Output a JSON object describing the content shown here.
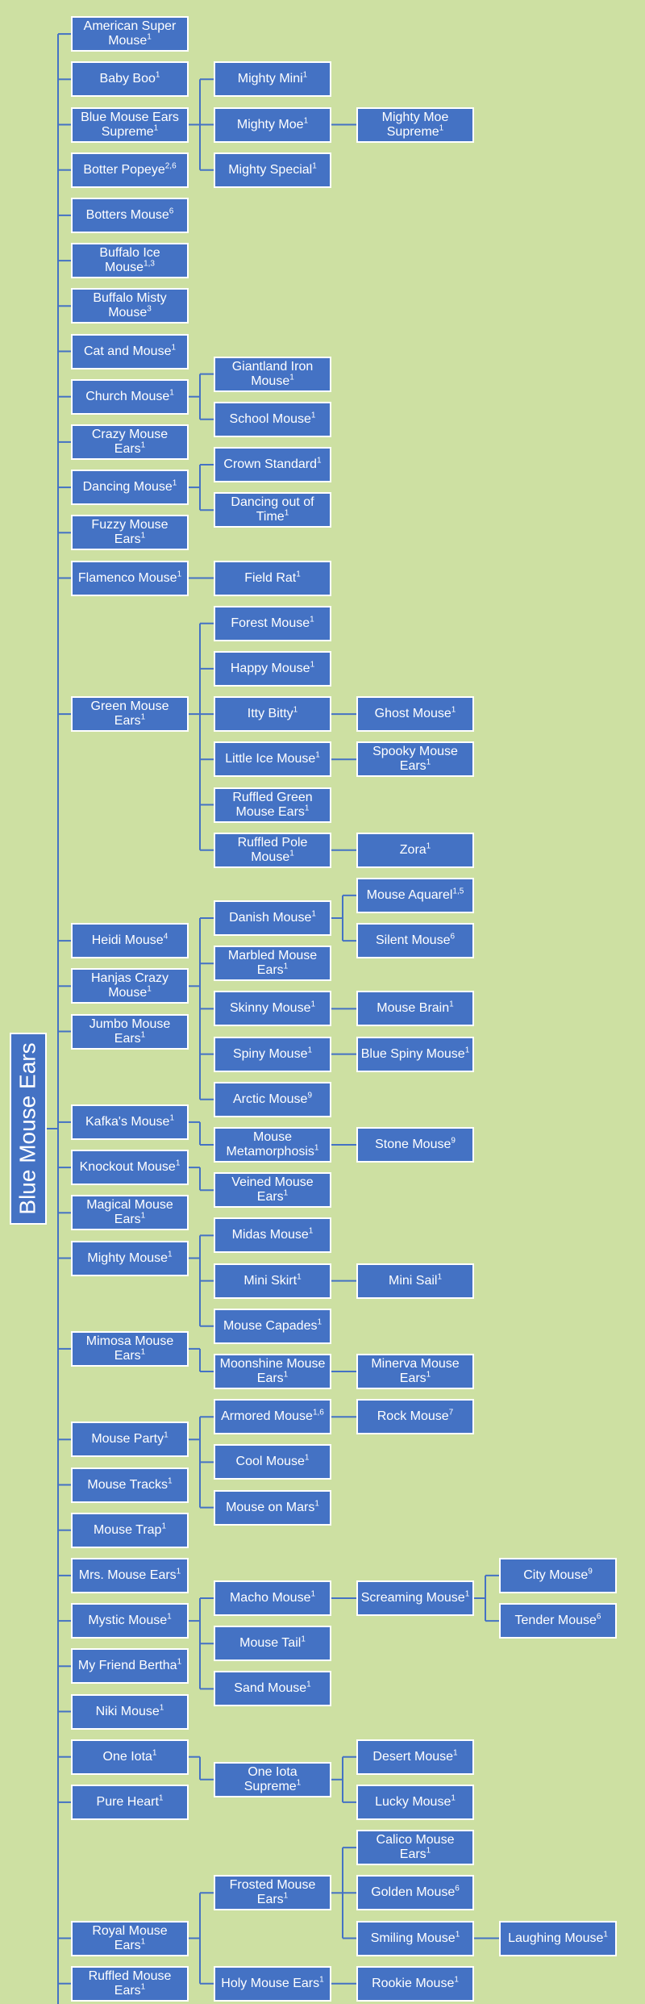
{
  "root": {
    "label": "Blue Mouse Ears"
  },
  "colors": {
    "background": "#cde0a2",
    "node_fill": "#4472c4",
    "node_border": "#ffffff",
    "line": "#4472c4"
  },
  "nodes": [
    {
      "id": "american-super-mouse",
      "label": "American Super Mouse",
      "sup": "1",
      "level": 1,
      "row": 0.5
    },
    {
      "id": "baby-boo",
      "label": "Baby Boo",
      "sup": "1",
      "level": 1,
      "row": 1.5
    },
    {
      "id": "blue-mouse-ears-supreme",
      "label": "Blue Mouse Ears Supreme",
      "sup": "1",
      "level": 1,
      "row": 2.5
    },
    {
      "id": "botter-popeye",
      "label": "Botter Popeye",
      "sup": "2,6",
      "level": 1,
      "row": 3.5
    },
    {
      "id": "botters-mouse",
      "label": "Botters Mouse",
      "sup": "6",
      "level": 1,
      "row": 4.5
    },
    {
      "id": "buffalo-ice-mouse",
      "label": "Buffalo Ice Mouse",
      "sup": "1,3",
      "level": 1,
      "row": 5.5
    },
    {
      "id": "buffalo-misty-mouse",
      "label": "Buffalo Misty Mouse",
      "sup": "3",
      "level": 1,
      "row": 6.5
    },
    {
      "id": "cat-and-mouse",
      "label": "Cat and Mouse",
      "sup": "1",
      "level": 1,
      "row": 7.5
    },
    {
      "id": "church-mouse",
      "label": "Church Mouse",
      "sup": "1",
      "level": 1,
      "row": 8.5
    },
    {
      "id": "crazy-mouse-ears",
      "label": "Crazy Mouse Ears",
      "sup": "1",
      "level": 1,
      "row": 9.5
    },
    {
      "id": "dancing-mouse",
      "label": "Dancing Mouse",
      "sup": "1",
      "level": 1,
      "row": 10.5
    },
    {
      "id": "fuzzy-mouse-ears",
      "label": "Fuzzy Mouse Ears",
      "sup": "1",
      "level": 1,
      "row": 11.5
    },
    {
      "id": "flamenco-mouse",
      "label": "Flamenco Mouse",
      "sup": "1",
      "level": 1,
      "row": 12.5
    },
    {
      "id": "green-mouse-ears",
      "label": "Green Mouse Ears",
      "sup": "1",
      "level": 1,
      "row": 15.5
    },
    {
      "id": "heidi-mouse",
      "label": "Heidi Mouse",
      "sup": "4",
      "level": 1,
      "row": 20.5
    },
    {
      "id": "hanjas-crazy-mouse",
      "label": "Hanjas Crazy Mouse",
      "sup": "1",
      "level": 1,
      "row": 21.5
    },
    {
      "id": "jumbo-mouse-ears",
      "label": "Jumbo Mouse Ears",
      "sup": "1",
      "level": 1,
      "row": 22.5
    },
    {
      "id": "kafkas-mouse",
      "label": "Kafka's Mouse",
      "sup": "1",
      "level": 1,
      "row": 24.5
    },
    {
      "id": "knockout-mouse",
      "label": "Knockout Mouse",
      "sup": "1",
      "level": 1,
      "row": 25.5
    },
    {
      "id": "magical-mouse-ears",
      "label": "Magical Mouse Ears",
      "sup": "1",
      "level": 1,
      "row": 26.5
    },
    {
      "id": "mighty-mouse",
      "label": "Mighty Mouse",
      "sup": "1",
      "level": 1,
      "row": 27.5
    },
    {
      "id": "mimosa-mouse-ears",
      "label": "Mimosa Mouse Ears",
      "sup": "1",
      "level": 1,
      "row": 29.5
    },
    {
      "id": "mouse-party",
      "label": "Mouse Party",
      "sup": "1",
      "level": 1,
      "row": 31.5
    },
    {
      "id": "mouse-tracks",
      "label": "Mouse Tracks",
      "sup": "1",
      "level": 1,
      "row": 32.5
    },
    {
      "id": "mouse-trap",
      "label": "Mouse Trap",
      "sup": "1",
      "level": 1,
      "row": 33.5
    },
    {
      "id": "mrs-mouse-ears",
      "label": "Mrs. Mouse Ears",
      "sup": "1",
      "level": 1,
      "row": 34.5
    },
    {
      "id": "mystic-mouse",
      "label": "Mystic Mouse",
      "sup": "1",
      "level": 1,
      "row": 35.5
    },
    {
      "id": "my-friend-bertha",
      "label": "My Friend Bertha",
      "sup": "1",
      "level": 1,
      "row": 36.5
    },
    {
      "id": "niki-mouse",
      "label": "Niki Mouse",
      "sup": "1",
      "level": 1,
      "row": 37.5
    },
    {
      "id": "one-iota",
      "label": "One Iota",
      "sup": "1",
      "level": 1,
      "row": 38.5
    },
    {
      "id": "pure-heart",
      "label": "Pure Heart",
      "sup": "1",
      "level": 1,
      "row": 39.5
    },
    {
      "id": "royal-mouse-ears",
      "label": "Royal Mouse Ears",
      "sup": "1",
      "level": 1,
      "row": 42.5
    },
    {
      "id": "ruffled-mouse-ears",
      "label": "Ruffled Mouse Ears",
      "sup": "1",
      "level": 1,
      "row": 43.5
    },
    {
      "id": "mighty-mini",
      "label": "Mighty Mini",
      "sup": "1",
      "level": 2,
      "row": 1.5,
      "parent": "blue-mouse-ears-supreme"
    },
    {
      "id": "mighty-moe",
      "label": "Mighty Moe",
      "sup": "1",
      "level": 2,
      "row": 2.5,
      "parent": "blue-mouse-ears-supreme"
    },
    {
      "id": "mighty-special",
      "label": "Mighty Special",
      "sup": "1",
      "level": 2,
      "row": 3.5,
      "parent": "blue-mouse-ears-supreme"
    },
    {
      "id": "giantland-iron-mouse",
      "label": "Giantland Iron Mouse",
      "sup": "1",
      "level": 2,
      "row": 8.0,
      "parent": "church-mouse"
    },
    {
      "id": "school-mouse",
      "label": "School Mouse",
      "sup": "1",
      "level": 2,
      "row": 9.0,
      "parent": "church-mouse"
    },
    {
      "id": "crown-standard",
      "label": "Crown Standard",
      "sup": "1",
      "level": 2,
      "row": 10.0,
      "parent": "dancing-mouse"
    },
    {
      "id": "dancing-out-of-time",
      "label": "Dancing out of Time",
      "sup": "1",
      "level": 2,
      "row": 11.0,
      "parent": "dancing-mouse"
    },
    {
      "id": "field-rat",
      "label": "Field Rat",
      "sup": "1",
      "level": 2,
      "row": 12.5,
      "parent": "flamenco-mouse"
    },
    {
      "id": "forest-mouse",
      "label": "Forest Mouse",
      "sup": "1",
      "level": 2,
      "row": 13.5,
      "parent": "green-mouse-ears"
    },
    {
      "id": "happy-mouse",
      "label": "Happy Mouse",
      "sup": "1",
      "level": 2,
      "row": 14.5,
      "parent": "green-mouse-ears"
    },
    {
      "id": "itty-bitty",
      "label": "Itty Bitty",
      "sup": "1",
      "level": 2,
      "row": 15.5,
      "parent": "green-mouse-ears"
    },
    {
      "id": "little-ice-mouse",
      "label": "Little Ice Mouse",
      "sup": "1",
      "level": 2,
      "row": 16.5,
      "parent": "green-mouse-ears"
    },
    {
      "id": "ruffled-green-mouse-ears",
      "label": "Ruffled Green Mouse Ears",
      "sup": "1",
      "level": 2,
      "row": 17.5,
      "parent": "green-mouse-ears"
    },
    {
      "id": "ruffled-pole-mouse",
      "label": "Ruffled Pole Mouse",
      "sup": "1",
      "level": 2,
      "row": 18.5,
      "parent": "green-mouse-ears"
    },
    {
      "id": "danish-mouse",
      "label": "Danish Mouse",
      "sup": "1",
      "level": 2,
      "row": 20.0,
      "parent": "hanjas-crazy-mouse"
    },
    {
      "id": "marbled-mouse-ears",
      "label": "Marbled Mouse Ears",
      "sup": "1",
      "level": 2,
      "row": 21.0,
      "parent": "hanjas-crazy-mouse"
    },
    {
      "id": "skinny-mouse",
      "label": "Skinny Mouse",
      "sup": "1",
      "level": 2,
      "row": 22.0,
      "parent": "hanjas-crazy-mouse"
    },
    {
      "id": "spiny-mouse",
      "label": "Spiny Mouse",
      "sup": "1",
      "level": 2,
      "row": 23.0,
      "parent": "hanjas-crazy-mouse"
    },
    {
      "id": "arctic-mouse",
      "label": "Arctic Mouse",
      "sup": "9",
      "level": 2,
      "row": 24.0,
      "parent": "hanjas-crazy-mouse"
    },
    {
      "id": "mouse-metamorphosis",
      "label": "Mouse Metamorphosis",
      "sup": "1",
      "level": 2,
      "row": 25.0,
      "parent": "kafkas-mouse"
    },
    {
      "id": "veined-mouse-ears",
      "label": "Veined Mouse Ears",
      "sup": "1",
      "level": 2,
      "row": 26.0,
      "parent": "knockout-mouse"
    },
    {
      "id": "midas-mouse",
      "label": "Midas Mouse",
      "sup": "1",
      "level": 2,
      "row": 27.0,
      "parent": "mighty-mouse"
    },
    {
      "id": "mini-skirt",
      "label": "Mini Skirt",
      "sup": "1",
      "level": 2,
      "row": 28.0,
      "parent": "mighty-mouse"
    },
    {
      "id": "mouse-capades",
      "label": "Mouse Capades",
      "sup": "1",
      "level": 2,
      "row": 29.0,
      "parent": "mighty-mouse"
    },
    {
      "id": "moonshine-mouse-ears",
      "label": "Moonshine Mouse Ears",
      "sup": "1",
      "level": 2,
      "row": 30.0,
      "parent": "mimosa-mouse-ears"
    },
    {
      "id": "armored-mouse",
      "label": "Armored Mouse",
      "sup": "1,6",
      "level": 2,
      "row": 31.0,
      "parent": "mouse-party"
    },
    {
      "id": "cool-mouse",
      "label": "Cool Mouse",
      "sup": "1",
      "level": 2,
      "row": 32.0,
      "parent": "mouse-party"
    },
    {
      "id": "mouse-on-mars",
      "label": "Mouse on Mars",
      "sup": "1",
      "level": 2,
      "row": 33.0,
      "parent": "mouse-party"
    },
    {
      "id": "macho-mouse",
      "label": "Macho Mouse",
      "sup": "1",
      "level": 2,
      "row": 35.0,
      "parent": "mystic-mouse"
    },
    {
      "id": "mouse-tail",
      "label": "Mouse Tail",
      "sup": "1",
      "level": 2,
      "row": 36.0,
      "parent": "mystic-mouse"
    },
    {
      "id": "sand-mouse",
      "label": "Sand Mouse",
      "sup": "1",
      "level": 2,
      "row": 37.0,
      "parent": "mystic-mouse"
    },
    {
      "id": "one-iota-supreme",
      "label": "One Iota Supreme",
      "sup": "1",
      "level": 2,
      "row": 39.0,
      "parent": "one-iota"
    },
    {
      "id": "frosted-mouse-ears",
      "label": "Frosted Mouse Ears",
      "sup": "1",
      "level": 2,
      "row": 41.5,
      "parent": "royal-mouse-ears"
    },
    {
      "id": "holy-mouse-ears",
      "label": "Holy Mouse Ears",
      "sup": "1",
      "level": 2,
      "row": 43.5,
      "parent": "royal-mouse-ears"
    },
    {
      "id": "mighty-moe-supreme",
      "label": "Mighty Moe Supreme",
      "sup": "1",
      "level": 3,
      "row": 2.5,
      "parent": "mighty-moe"
    },
    {
      "id": "ghost-mouse",
      "label": "Ghost Mouse",
      "sup": "1",
      "level": 3,
      "row": 15.5,
      "parent": "itty-bitty"
    },
    {
      "id": "spooky-mouse-ears",
      "label": "Spooky Mouse Ears",
      "sup": "1",
      "level": 3,
      "row": 16.5,
      "parent": "little-ice-mouse"
    },
    {
      "id": "zora",
      "label": "Zora",
      "sup": "1",
      "level": 3,
      "row": 18.5,
      "parent": "ruffled-pole-mouse"
    },
    {
      "id": "mouse-aquarel",
      "label": "Mouse Aquarel",
      "sup": "1,5",
      "level": 3,
      "row": 19.5,
      "parent": "danish-mouse"
    },
    {
      "id": "silent-mouse",
      "label": "Silent Mouse",
      "sup": "6",
      "level": 3,
      "row": 20.5,
      "parent": "danish-mouse"
    },
    {
      "id": "mouse-brain",
      "label": "Mouse Brain",
      "sup": "1",
      "level": 3,
      "row": 22.0,
      "parent": "skinny-mouse"
    },
    {
      "id": "blue-spiny-mouse",
      "label": "Blue Spiny Mouse",
      "sup": "1",
      "level": 3,
      "row": 23.0,
      "parent": "spiny-mouse"
    },
    {
      "id": "stone-mouse",
      "label": "Stone Mouse",
      "sup": "9",
      "level": 3,
      "row": 25.0,
      "parent": "mouse-metamorphosis"
    },
    {
      "id": "mini-sail",
      "label": "Mini Sail",
      "sup": "1",
      "level": 3,
      "row": 28.0,
      "parent": "mini-skirt"
    },
    {
      "id": "minerva-mouse-ears",
      "label": "Minerva Mouse Ears",
      "sup": "1",
      "level": 3,
      "row": 30.0,
      "parent": "moonshine-mouse-ears"
    },
    {
      "id": "rock-mouse",
      "label": "Rock Mouse",
      "sup": "7",
      "level": 3,
      "row": 31.0,
      "parent": "armored-mouse"
    },
    {
      "id": "screaming-mouse",
      "label": "Screaming Mouse",
      "sup": "1",
      "level": 3,
      "row": 35.0,
      "parent": "macho-mouse"
    },
    {
      "id": "desert-mouse",
      "label": "Desert Mouse",
      "sup": "1",
      "level": 3,
      "row": 38.5,
      "parent": "one-iota-supreme"
    },
    {
      "id": "lucky-mouse",
      "label": "Lucky Mouse",
      "sup": "1",
      "level": 3,
      "row": 39.5,
      "parent": "one-iota-supreme"
    },
    {
      "id": "calico-mouse-ears",
      "label": "Calico Mouse Ears",
      "sup": "1",
      "level": 3,
      "row": 40.5,
      "parent": "frosted-mouse-ears"
    },
    {
      "id": "golden-mouse",
      "label": "Golden Mouse",
      "sup": "6",
      "level": 3,
      "row": 41.5,
      "parent": "frosted-mouse-ears"
    },
    {
      "id": "smiling-mouse",
      "label": "Smiling Mouse",
      "sup": "1",
      "level": 3,
      "row": 42.5,
      "parent": "frosted-mouse-ears"
    },
    {
      "id": "rookie-mouse",
      "label": "Rookie Mouse",
      "sup": "1",
      "level": 3,
      "row": 43.5,
      "parent": "holy-mouse-ears"
    },
    {
      "id": "city-mouse",
      "label": "City Mouse",
      "sup": "9",
      "level": 4,
      "row": 34.5,
      "parent": "screaming-mouse"
    },
    {
      "id": "tender-mouse",
      "label": "Tender Mouse",
      "sup": "6",
      "level": 4,
      "row": 35.5,
      "parent": "screaming-mouse"
    },
    {
      "id": "laughing-mouse",
      "label": "Laughing Mouse",
      "sup": "1",
      "level": 4,
      "row": 42.5,
      "parent": "smiling-mouse"
    }
  ]
}
